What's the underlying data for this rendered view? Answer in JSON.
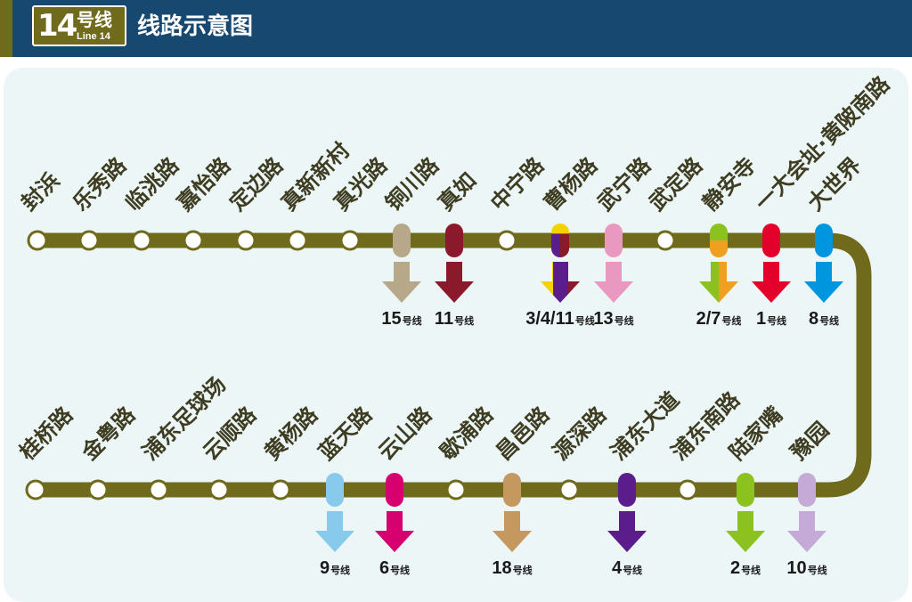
{
  "header": {
    "line_number": "14",
    "line_cn": "号线",
    "line_en": "Line 14",
    "title": "线路示意图"
  },
  "colors": {
    "header_bg": "#17486f",
    "line_olive": "#6f6a1c",
    "panel_bg": "#edf6f7"
  },
  "stations_top": [
    {
      "name": "封浜"
    },
    {
      "name": "乐秀路"
    },
    {
      "name": "临洮路"
    },
    {
      "name": "嘉怡路"
    },
    {
      "name": "定边路"
    },
    {
      "name": "真新新村"
    },
    {
      "name": "真光路"
    },
    {
      "name": "铜川路",
      "transfers": [
        {
          "line": "15",
          "color": "#b8a88a"
        }
      ]
    },
    {
      "name": "真如",
      "transfers": [
        {
          "line": "11",
          "color": "#8a1a2b"
        }
      ]
    },
    {
      "name": "中宁路"
    },
    {
      "name": "曹杨路",
      "transfers": [
        {
          "line": "3",
          "color": "#f5d100"
        },
        {
          "line": "4",
          "color": "#5b1d8c"
        },
        {
          "line": "11",
          "color": "#8a1a2b"
        }
      ],
      "transfer_label": "3/4/11"
    },
    {
      "name": "武宁路",
      "transfers": [
        {
          "line": "13",
          "color": "#e999c0"
        }
      ]
    },
    {
      "name": "武定路"
    },
    {
      "name": "静安寺",
      "transfers": [
        {
          "line": "2",
          "color": "#8cc220"
        },
        {
          "line": "7",
          "color": "#f0a020"
        }
      ],
      "transfer_label": "2/7"
    },
    {
      "name": "一大会址·黄陂南路",
      "transfers": [
        {
          "line": "1",
          "color": "#e3002b"
        }
      ]
    },
    {
      "name": "大世界",
      "transfers": [
        {
          "line": "8",
          "color": "#0096df"
        }
      ]
    }
  ],
  "stations_bottom": [
    {
      "name": "桂桥路"
    },
    {
      "name": "金粤路"
    },
    {
      "name": "浦东足球场"
    },
    {
      "name": "云顺路"
    },
    {
      "name": "黄杨路"
    },
    {
      "name": "蓝天路",
      "transfers": [
        {
          "line": "9",
          "color": "#87caec"
        }
      ]
    },
    {
      "name": "云山路",
      "transfers": [
        {
          "line": "6",
          "color": "#d6006f"
        }
      ]
    },
    {
      "name": "歇浦路"
    },
    {
      "name": "昌邑路",
      "transfers": [
        {
          "line": "18",
          "color": "#c4985e"
        }
      ]
    },
    {
      "name": "源深路"
    },
    {
      "name": "浦东大道",
      "transfers": [
        {
          "line": "4",
          "color": "#5b1d8c"
        }
      ]
    },
    {
      "name": "浦东南路"
    },
    {
      "name": "陆家嘴",
      "transfers": [
        {
          "line": "2",
          "color": "#8cc220"
        }
      ]
    },
    {
      "name": "豫园",
      "transfers": [
        {
          "line": "10",
          "color": "#c5a9d6"
        }
      ]
    }
  ],
  "transfer_suffix": "号线"
}
